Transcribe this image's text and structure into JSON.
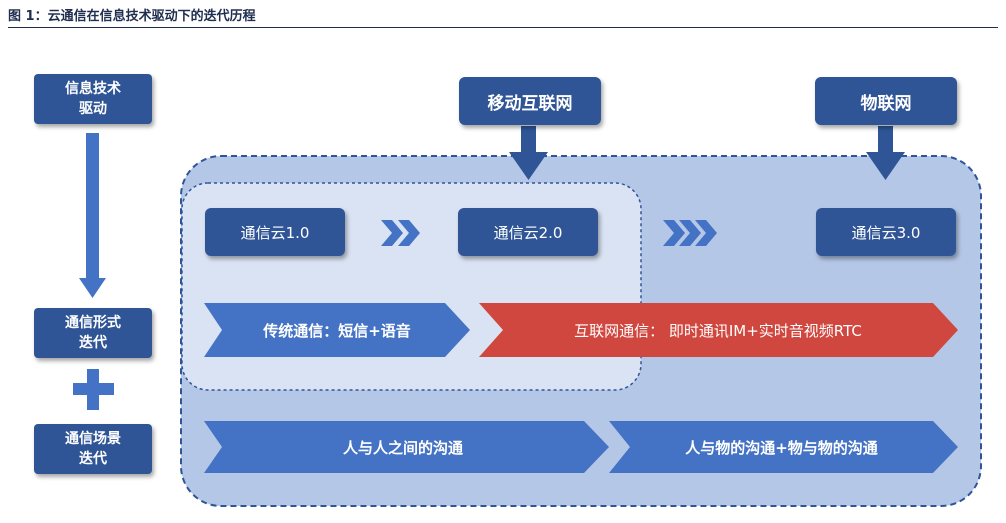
{
  "caption": "图 1：云通信在信息技术驱动下的迭代历程",
  "left": {
    "driver": "信息技术\n驱动",
    "form": "通信形式\n迭代",
    "plus": "+",
    "scene": "通信场景\n迭代"
  },
  "tech": {
    "mobile": "移动互联网",
    "iot": "物联网"
  },
  "clouds": {
    "c1": "通信云1.0",
    "c2": "通信云2.0",
    "c3": "通信云3.0"
  },
  "forms": {
    "traditional": "传统通信：短信+语音",
    "internet": "互联网通信： 即时通讯IM+实时音视频RTC"
  },
  "scenes": {
    "p2p": "人与人之间的沟通",
    "p2t": "人与物的沟通+物与物的沟通"
  },
  "colors": {
    "dark_blue": "#2f5597",
    "mid_blue": "#4472c4",
    "red": "#d0473f",
    "region": "#b4c7e7",
    "inner_region": "#dae3f3"
  }
}
